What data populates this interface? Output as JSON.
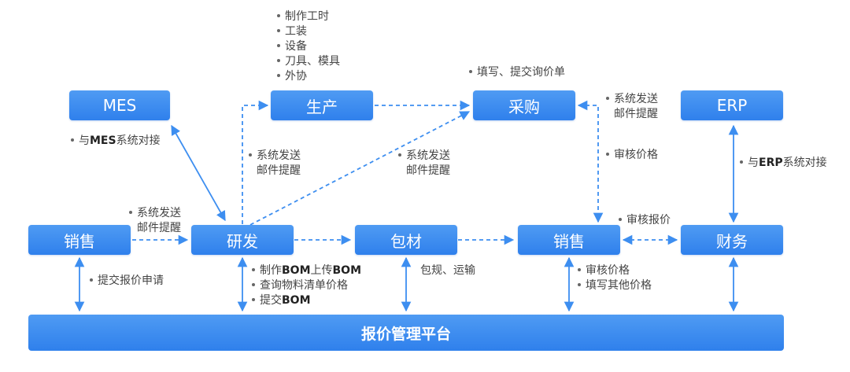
{
  "boxes": {
    "mes": "MES",
    "production": "生产",
    "purchase": "采购",
    "erp": "ERP",
    "sales_left": "销售",
    "rnd": "研发",
    "packaging": "包材",
    "sales_right": "销售",
    "finance": "财务"
  },
  "platform": "报价管理平台",
  "notes": {
    "production_items": [
      "制作工时",
      "工装",
      "设备",
      "刀具、模具",
      "外协"
    ],
    "purchase_fill": "填写、提交询价单",
    "mes_dock": {
      "pre": "与",
      "bold": "MES",
      "post": "系统对接"
    },
    "erp_dock": {
      "pre": "与",
      "bold": "ERP",
      "post": "系统对接"
    },
    "email_1": [
      "系统发送",
      "邮件提醒"
    ],
    "email_2": [
      "系统发送",
      "邮件提醒"
    ],
    "email_3": [
      "系统发送",
      "邮件提醒"
    ],
    "email_4": [
      "系统发送",
      "邮件提醒"
    ],
    "review_price": "审核价格",
    "review_quote": "审核报价",
    "submit_quote": "提交报价申请",
    "rnd_1": {
      "pre": "制作",
      "b1": "BOM",
      "mid": "上传",
      "b2": "BOM"
    },
    "rnd_2": "查询物料清单价格",
    "rnd_3": {
      "pre": "提交",
      "bold": "BOM"
    },
    "pack_spec": "包规、运输",
    "sales_review": "审核价格",
    "sales_fill": "填写其他价格"
  },
  "colors": {
    "accent": "#2f80ec",
    "line": "#3d8ef0"
  }
}
